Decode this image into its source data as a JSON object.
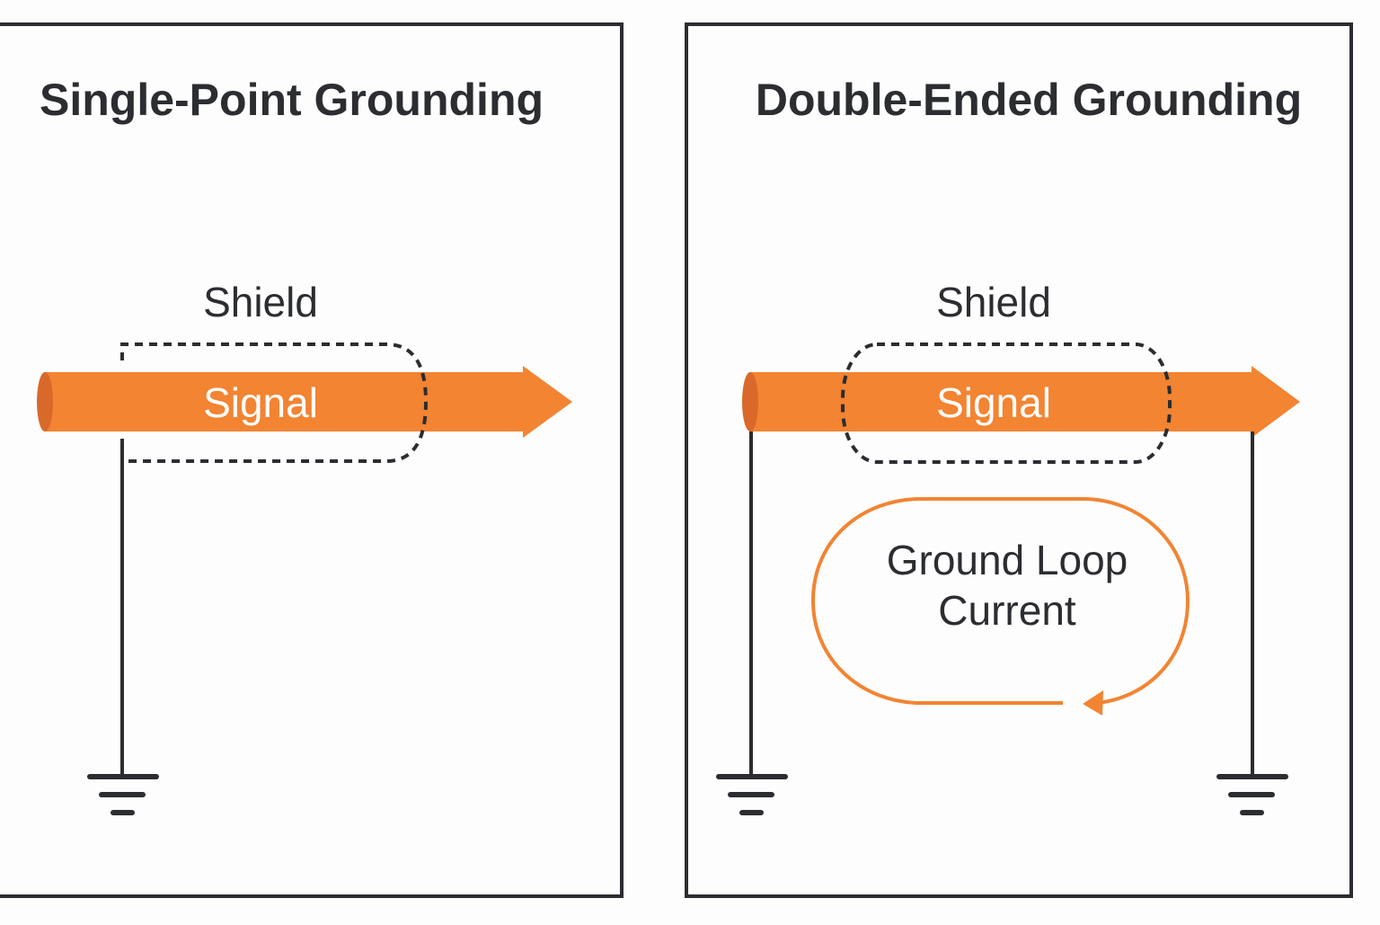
{
  "colors": {
    "background": "#fdfdfd",
    "frame": "#2b2d31",
    "signal_fill": "#f28432",
    "signal_end": "#d9692a",
    "signal_text": "#ffffff",
    "loop": "#f28432",
    "text": "#2b2d31"
  },
  "left_panel": {
    "title": "Single-Point Grounding",
    "shield_label": "Shield",
    "signal_label": "Signal",
    "ground_symbol": "ground-icon"
  },
  "right_panel": {
    "title": "Double-Ended Grounding",
    "shield_label": "Shield",
    "signal_label": "Signal",
    "loop_label_line1": "Ground Loop",
    "loop_label_line2": "Current",
    "ground_symbol": "ground-icon"
  }
}
